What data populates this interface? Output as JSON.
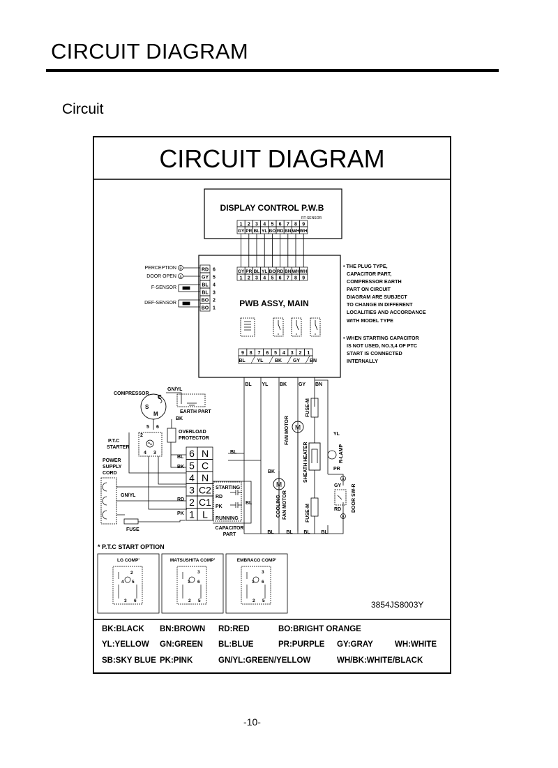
{
  "page": {
    "heading": "CIRCUIT DIAGRAM",
    "subheading": "Circuit",
    "page_number": "-10-"
  },
  "diagram": {
    "title": "CIRCUIT DIAGRAM",
    "display_box": {
      "title": "DISPLAY CONTROL P.W.B",
      "rt_sensor": "RT-SENSOR",
      "pins": [
        "1",
        "2",
        "3",
        "4",
        "5",
        "6",
        "7",
        "8",
        "9"
      ],
      "colors": [
        "GY",
        "PR",
        "BL",
        "YL",
        "BO",
        "RD",
        "BN",
        "WH",
        "WH"
      ]
    },
    "main_box": {
      "title": "PWB ASSY, MAIN",
      "top_colors": [
        "GY",
        "PR",
        "BL",
        "YL",
        "BO",
        "RD",
        "BN",
        "WH",
        "WH"
      ],
      "top_pins": [
        "1",
        "2",
        "3",
        "4",
        "5",
        "6",
        "7",
        "8",
        "9"
      ],
      "bottom_pins": [
        "9",
        "8",
        "7",
        "6",
        "5",
        "4",
        "3",
        "2",
        "1"
      ],
      "bottom_colors": [
        "BL",
        "YL",
        "BK",
        "GY",
        "BN"
      ]
    },
    "sensor_connector": {
      "labels": [
        "PERCEPTION",
        "DOOR OPEN",
        "F-SENSOR",
        "DEF-SENSOR"
      ],
      "markers": [
        "B",
        "A"
      ],
      "colors": [
        "RD",
        "GY",
        "BL",
        "BL",
        "BO",
        "BO"
      ],
      "pins": [
        "6",
        "5",
        "4",
        "3",
        "2",
        "1"
      ]
    },
    "notes": [
      "• THE PLUG TYPE,",
      "CAPACITOR PART,",
      "COMPRESSOR EARTH",
      "PART ON CIRCUIT",
      "DIAGRAM ARE SUBJECT",
      "TO CHANGE IN DIFFERENT",
      "LOCALITIES AND ACCORDANCE",
      "WITH MODEL TYPE",
      "• WHEN STARTING CAPACITOR",
      "IS NOT USED, NO.3,4 OF PTC",
      "START IS CONNECTED",
      "INTERNALLY"
    ],
    "wire_labels": [
      "BL",
      "YL",
      "BK",
      "GY",
      "BN"
    ],
    "components": {
      "compressor": "COMPRESSOR",
      "gnyl": "GN/YL",
      "earth": "EARTH PART",
      "overload": [
        "OVERLOAD",
        "PROTECTOR"
      ],
      "ptc": [
        "P.T.C",
        "STARTER"
      ],
      "power": [
        "POWER",
        "SUPPLY",
        "CORD"
      ],
      "fuse": "FUSE",
      "fan_motor": "FAN MOTOR",
      "fuse_m": "FUSE-M",
      "sheath_heater": "SHEATH HEATER",
      "r_lamp": "R-LAMP",
      "door_sw": "DOOR SW-R",
      "cooling_fan": [
        "COOLING",
        "FAN MOTOR"
      ],
      "starting": "STARTING",
      "running": "RUNNING",
      "capacitor": [
        "CAPACITOR",
        "PART"
      ],
      "motor_symbol": "M",
      "comp_terminals": [
        "C",
        "S",
        "M"
      ]
    },
    "terminal_block": {
      "numbers": [
        "6",
        "5",
        "4",
        "3",
        "2",
        "1"
      ],
      "letters": [
        "N",
        "C",
        "N",
        "C2",
        "C1",
        "L"
      ]
    },
    "misc_labels": {
      "bl": "BL",
      "bk": "BK",
      "rd": "RD",
      "pk": "PK",
      "pr": "PR",
      "yl": "YL",
      "a": "A",
      "b": "B",
      "gy": "GY",
      "n2": "2",
      "n5": "5",
      "n6": "6",
      "n4": "4",
      "n3": "3"
    },
    "ptc_option": {
      "title": "* P.T.C START OPTION",
      "options": [
        {
          "name": "LG COMP'",
          "pins": [
            "2",
            "4",
            "5",
            "3",
            "6"
          ]
        },
        {
          "name": "MATSUSHITA COMP'",
          "pins": [
            "3",
            "1",
            "6",
            "2",
            "5"
          ]
        },
        {
          "name": "EMBRACO COMP'",
          "pins": [
            "3",
            "1",
            "6",
            "2",
            "5"
          ]
        }
      ]
    },
    "part_number": "3854JS8003Y",
    "legend": [
      [
        "BK:BLACK",
        "BN:BROWN",
        "RD:RED",
        "BO:BRIGHT ORANGE"
      ],
      [
        "YL:YELLOW",
        "GN:GREEN",
        "BL:BLUE",
        "PR:PURPLE",
        "GY:GRAY",
        "WH:WHITE"
      ],
      [
        "SB:SKY BLUE",
        "PK:PINK",
        "GN/YL:GREEN/YELLOW",
        "WH/BK:WHITE/BLACK"
      ]
    ]
  }
}
